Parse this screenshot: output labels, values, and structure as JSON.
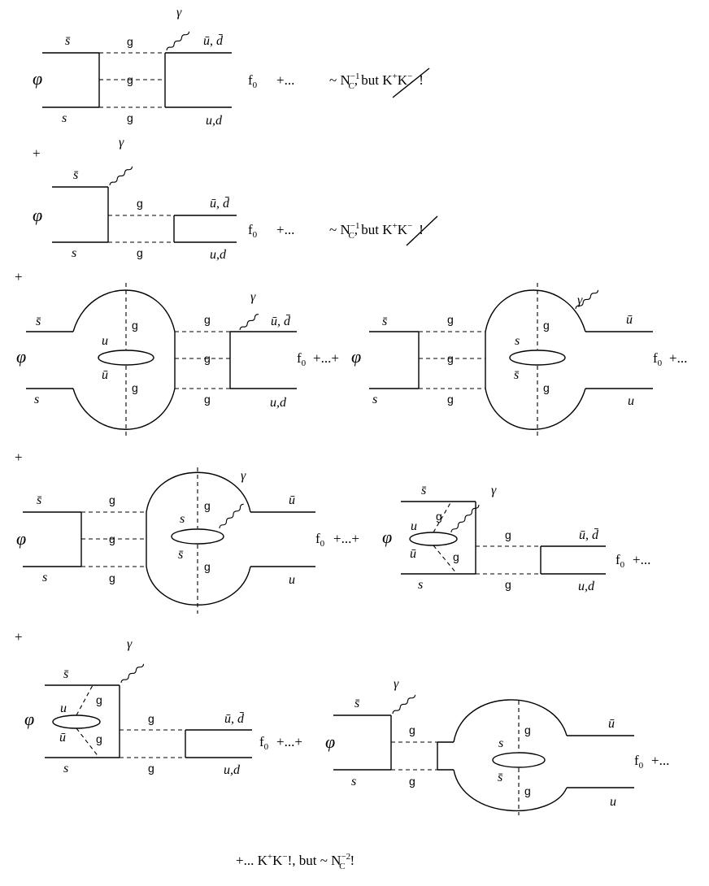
{
  "symbols": {
    "phi": "φ",
    "s": "s",
    "sbar": "s̄",
    "u": "u",
    "ubar": "ū",
    "g": "g",
    "gamma": "γ",
    "ubar_dbar": "ū, d̄",
    "ud": "u,d",
    "f0_base": "f",
    "f0_sub": "0",
    "plus": "+"
  },
  "tails": {
    "cont": "+...",
    "contplus": "+...+"
  },
  "remarks": {
    "row1_main": "~ N",
    "row1_sup": "−1",
    "row1_sub": "C",
    "row1_but": ", but K",
    "kplus_sup": "+",
    "kminus": "K",
    "kminus_sup": "−",
    "bang": "!",
    "final_prefix": "+...  K",
    "final_mid": "K",
    "final_bang_but": "!, but ~ N",
    "final_sup": "−2",
    "final_sub": "C",
    "final_bang": "!"
  }
}
